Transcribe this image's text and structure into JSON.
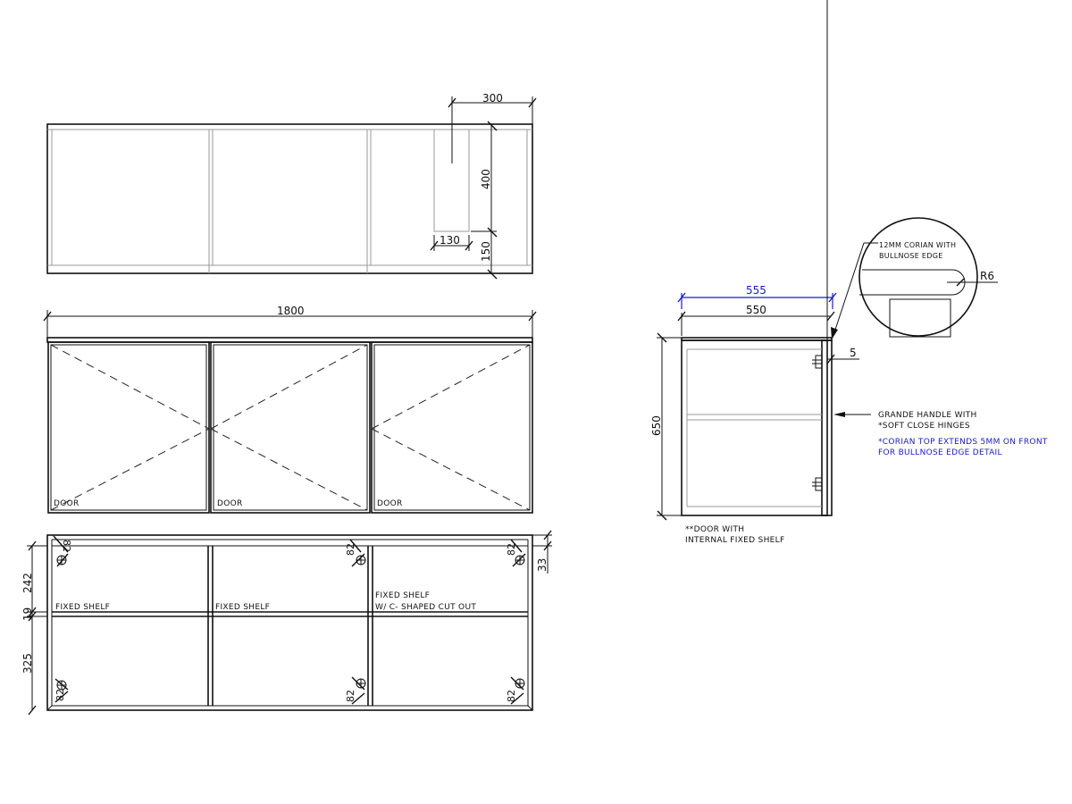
{
  "drawing": {
    "top_view": {
      "dim_width_cutout_offset": "300",
      "dim_cutout_height": "400",
      "dim_cutout_width": "130",
      "dim_bottom_offset": "150"
    },
    "front_view": {
      "dim_overall_width": "1800",
      "doors": [
        {
          "label": "DOOR"
        },
        {
          "label": "DOOR"
        },
        {
          "label": "DOOR"
        }
      ]
    },
    "internal_view": {
      "dim_upper": "242",
      "dim_shelf_thickness": "19",
      "dim_lower": "325",
      "dim_top_offset": "33",
      "hinge_offset": "82",
      "shelves": [
        {
          "line1": "FIXED SHELF",
          "line2": ""
        },
        {
          "line1": "FIXED SHELF",
          "line2": ""
        },
        {
          "line1": "FIXED SHELF",
          "line2": "W/ C- SHAPED CUT OUT"
        }
      ]
    },
    "side_view": {
      "dim_top_depth": "555",
      "dim_carcass_depth": "550",
      "dim_height": "650",
      "dim_overhang": "5",
      "note_door_line1": "**DOOR WITH",
      "note_door_line2": "INTERNAL FIXED SHELF",
      "note_handle_line1": "GRANDE HANDLE WITH",
      "note_handle_line2": "*SOFT CLOSE HINGES",
      "note_corian_line1": "*CORIAN TOP EXTENDS 5MM ON FRONT",
      "note_corian_line2": "FOR BULLNOSE EDGE DETAIL"
    },
    "detail": {
      "label_line1": "12MM CORIAN WITH",
      "label_line2": "BULLNOSE EDGE",
      "radius": "R6"
    },
    "colors": {
      "line": "#111111",
      "accent_blue": "#1a1acc",
      "light_line": "#999999"
    }
  }
}
